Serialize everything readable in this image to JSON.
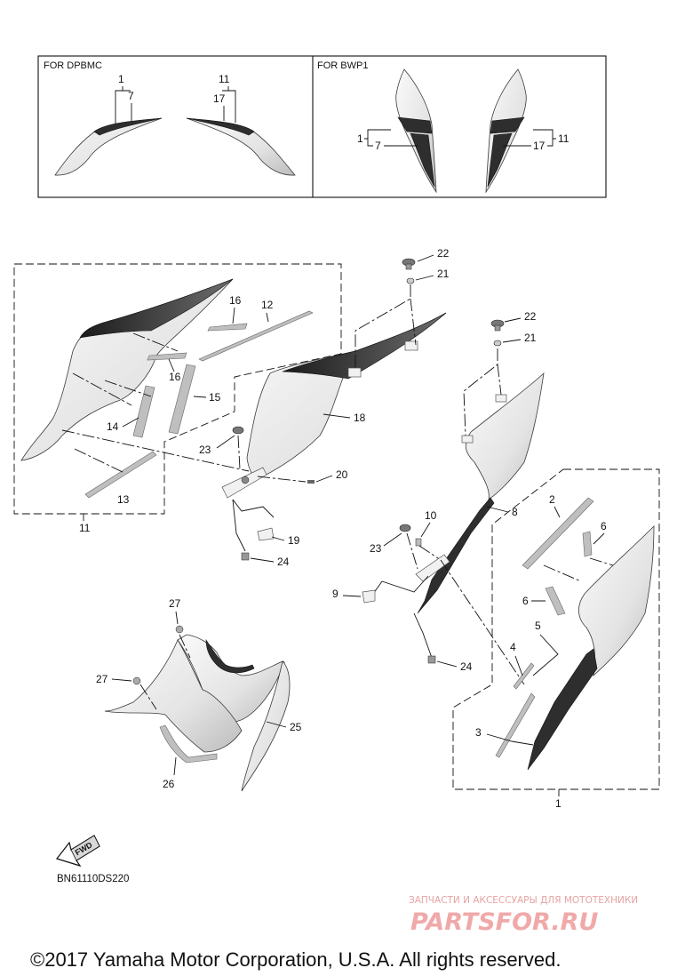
{
  "variants": [
    {
      "label": "FOR DPBMC",
      "left_callouts": [
        "1",
        "7"
      ],
      "right_callouts": [
        "11",
        "17"
      ]
    },
    {
      "label": "FOR BWP1",
      "left_callouts": [
        "1",
        "7"
      ],
      "right_callouts": [
        "11",
        "17"
      ]
    }
  ],
  "callouts": {
    "c1": "1",
    "c2": "2",
    "c3": "3",
    "c4": "4",
    "c5": "5",
    "c6a": "6",
    "c6b": "6",
    "c8": "8",
    "c9": "9",
    "c10": "10",
    "c11": "11",
    "c12": "12",
    "c13": "13",
    "c14": "14",
    "c15": "15",
    "c16a": "16",
    "c16b": "16",
    "c18": "18",
    "c19": "19",
    "c20": "20",
    "c21a": "21",
    "c21b": "21",
    "c22a": "22",
    "c22b": "22",
    "c23a": "23",
    "c23b": "23",
    "c24a": "24",
    "c24b": "24",
    "c25": "25",
    "c26": "26",
    "c27a": "27",
    "c27b": "27"
  },
  "fwd_label": "FWD",
  "diagram_code": "BN61110DS220",
  "watermark": {
    "line1": "ЗАПЧАСТИ И АКСЕССУАРЫ ДЛЯ МОТОТЕХНИКИ",
    "line2": "PARTSFOR.RU"
  },
  "copyright": "©2017 Yamaha Motor Corporation, U.S.A. All rights reserved."
}
